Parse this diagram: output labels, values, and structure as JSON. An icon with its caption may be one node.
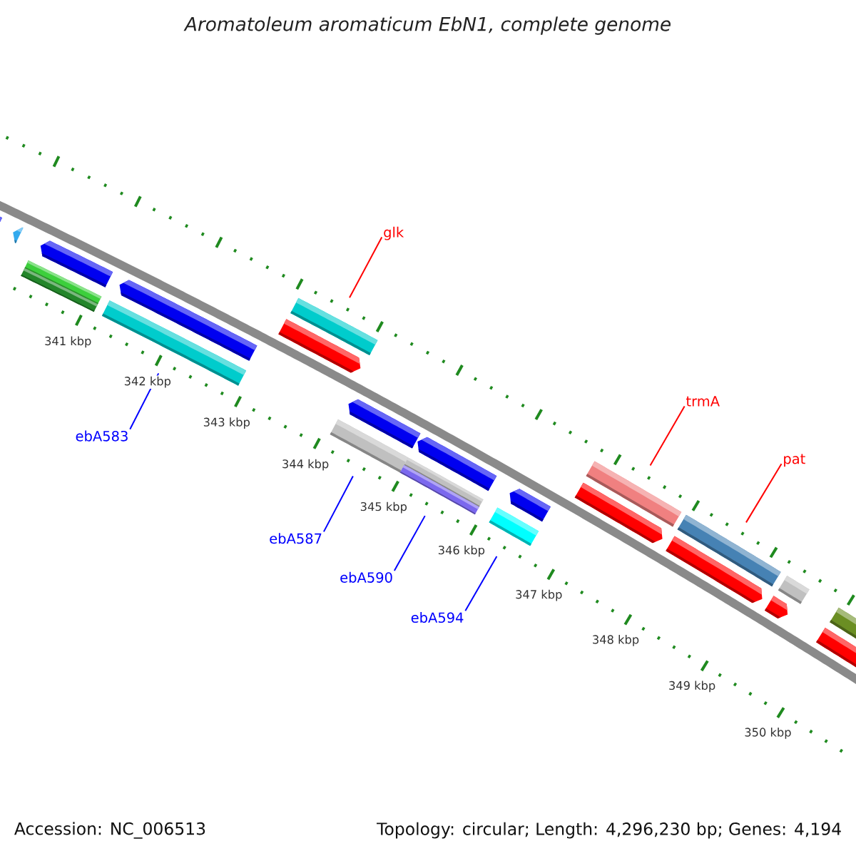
{
  "diagram": {
    "title": "Aromatoleum aromaticum EbN1, complete genome",
    "nodes": [
      {
        "text": [
          "glk"
        ]
      },
      {
        "text": [
          "trmA"
        ]
      },
      {
        "text": [
          "ebA583"
        ]
      },
      {
        "text": [
          "pat"
        ]
      },
      {
        "text": [
          "ebA587"
        ]
      },
      {
        "text": [
          "ebA590"
        ]
      },
      {
        "text": [
          "ebA594"
        ]
      },
      {
        "text": [],
        "shape": "bar"
      },
      {
        "text": [],
        "shape": "arrow"
      },
      {
        "text": [],
        "shape": "bar"
      },
      {
        "text": [],
        "shape": "arrow"
      },
      {
        "text": [],
        "shape": "bar"
      },
      {
        "text": [],
        "shape": "arrow"
      },
      {
        "text": [],
        "shape": "arrow"
      },
      {
        "text": [],
        "shape": "bar"
      },
      {
        "text": [],
        "shape": "bar"
      },
      {
        "text": [],
        "shape": "arrow"
      },
      {
        "text": [],
        "shape": "bar"
      },
      {
        "text": [],
        "shape": "arrow"
      },
      {
        "text": [],
        "shape": "bar"
      },
      {
        "text": [],
        "shape": "arrow"
      },
      {
        "text": [],
        "shape": "arrow"
      },
      {
        "text": [],
        "shape": "bar"
      },
      {
        "text": [],
        "shape": "arrow"
      },
      {
        "text": [],
        "shape": "bar"
      },
      {
        "text": [],
        "shape": "arrow"
      },
      {
        "text": [],
        "shape": "bar"
      },
      {
        "text": [],
        "shape": "bar"
      },
      {
        "text": [],
        "shape": "bar"
      }
    ],
    "edges": [
      {
        "from": 0,
        "to": 14,
        "arrow": "none",
        "color": "#ff0000"
      },
      {
        "from": 1,
        "to": 22,
        "arrow": "none",
        "color": "#ff0000"
      },
      {
        "from": 2,
        "to": 11,
        "arrow": "none"
      },
      {
        "from": 3,
        "to": 24,
        "arrow": "none",
        "color": "#ff0000"
      },
      {
        "from": 4,
        "to": 15,
        "arrow": "none"
      },
      {
        "from": 5,
        "to": 17,
        "arrow": "none"
      },
      {
        "from": 6,
        "to": 19,
        "arrow": "none"
      }
    ],
    "labels": [
      "341 kbp",
      "342 kbp",
      "343 kbp",
      "344 kbp",
      "345 kbp",
      "346 kbp",
      "347 kbp",
      "348 kbp",
      "349 kbp",
      "350 kbp",
      "Accession: NC_006513",
      "Topology: circular; Length: 4,296,230 bp; Genes: 4,194"
    ]
  }
}
